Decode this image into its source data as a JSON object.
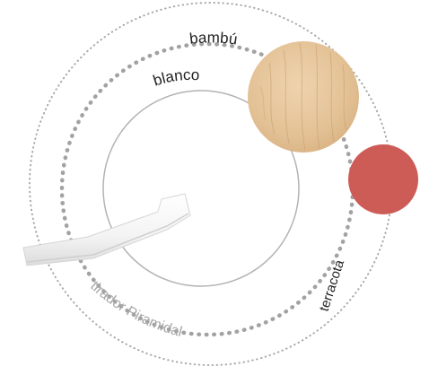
{
  "labels": {
    "bamboo": "bambú",
    "white": "blanco",
    "terracotta": "terracota",
    "handle": "tirador Piramidal"
  },
  "colors": {
    "background": "#ffffff",
    "outer_ring": "#a9a9a9",
    "middle_ring": "#a2a2a2",
    "inner_ring": "#b3b3b3",
    "bamboo_fill": "#e6c59b",
    "bamboo_grain": "#c9a070",
    "terracotta_fill": "#cd5c57",
    "handle_fill": "#f7f7f7",
    "handle_text": "#a7a7a7",
    "label_text": "#222222"
  },
  "swatches": [
    {
      "name": "bamboo-wood",
      "material": "wood"
    },
    {
      "name": "terracotta",
      "material": "solid-color"
    }
  ]
}
